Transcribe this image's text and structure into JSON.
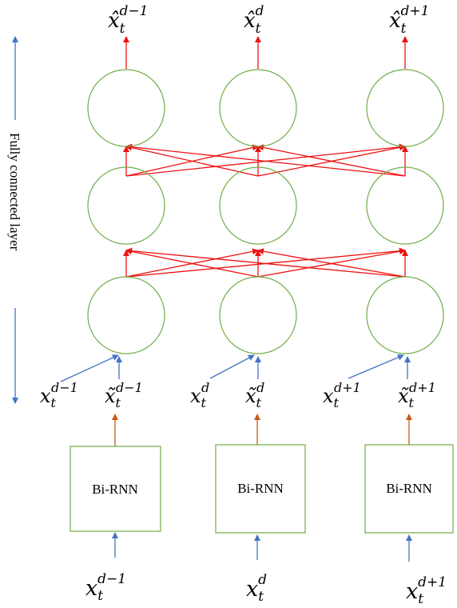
{
  "side_label": "Fully connected layer",
  "rnn_label": "Bi-RNN",
  "outputs": [
    {
      "base": "x̂",
      "sub": "t",
      "sup": "d−1"
    },
    {
      "base": "x̂",
      "sub": "t",
      "sup": "d"
    },
    {
      "base": "x̂",
      "sub": "t",
      "sup": "d+1"
    }
  ],
  "fc_inputs": [
    {
      "base": "x",
      "sub": "t",
      "sup": "d−1"
    },
    {
      "base": "x",
      "sub": "t",
      "sup": "d"
    },
    {
      "base": "x",
      "sub": "t",
      "sup": "d+1"
    }
  ],
  "rnn_outputs": [
    {
      "base": "x̃",
      "sub": "t",
      "sup": "d−1"
    },
    {
      "base": "x̃",
      "sub": "t",
      "sup": "d"
    },
    {
      "base": "x̃",
      "sub": "t",
      "sup": "d+1"
    }
  ],
  "inputs": [
    {
      "base": "x",
      "sub": "t",
      "sup": "d−1"
    },
    {
      "base": "x",
      "sub": "t",
      "sup": "d"
    },
    {
      "base": "x",
      "sub": "t",
      "sup": "d+1"
    }
  ],
  "colors": {
    "node_stroke": "#70ad47",
    "fc_arrow": "#ee1111",
    "input_arrow": "#4472c4",
    "rnn_arrow": "#c55a11"
  }
}
